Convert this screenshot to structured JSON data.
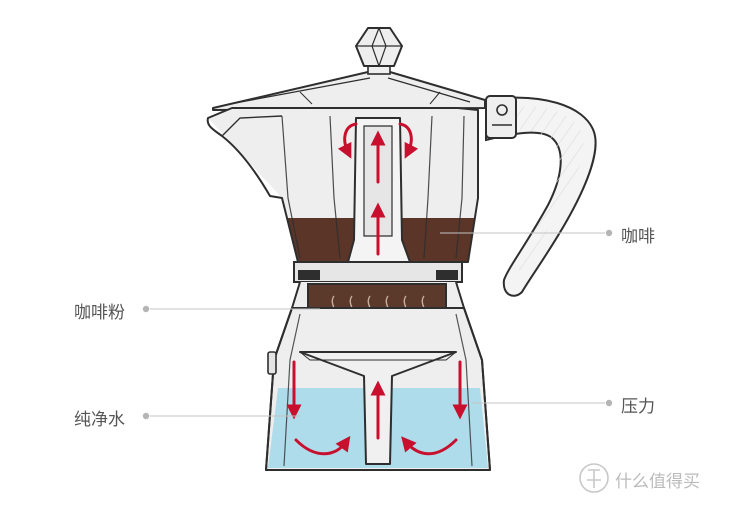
{
  "labels": {
    "coffee": "咖啡",
    "coffee_grounds": "咖啡粉",
    "pure_water": "纯净水",
    "pressure": "压力"
  },
  "watermark": {
    "text": "什么值得买",
    "icon": "zhi-logo-icon"
  },
  "colors": {
    "outline": "#2e2e2e",
    "metal": "#ebebeb",
    "metal_dark": "#d4d4d4",
    "coffee": "#5a3528",
    "grounds": "#5b3a2c",
    "water": "#aedcea",
    "arrow": "#c8102e",
    "leader": "#c4c4c4",
    "handle": "#f4f4f4"
  }
}
